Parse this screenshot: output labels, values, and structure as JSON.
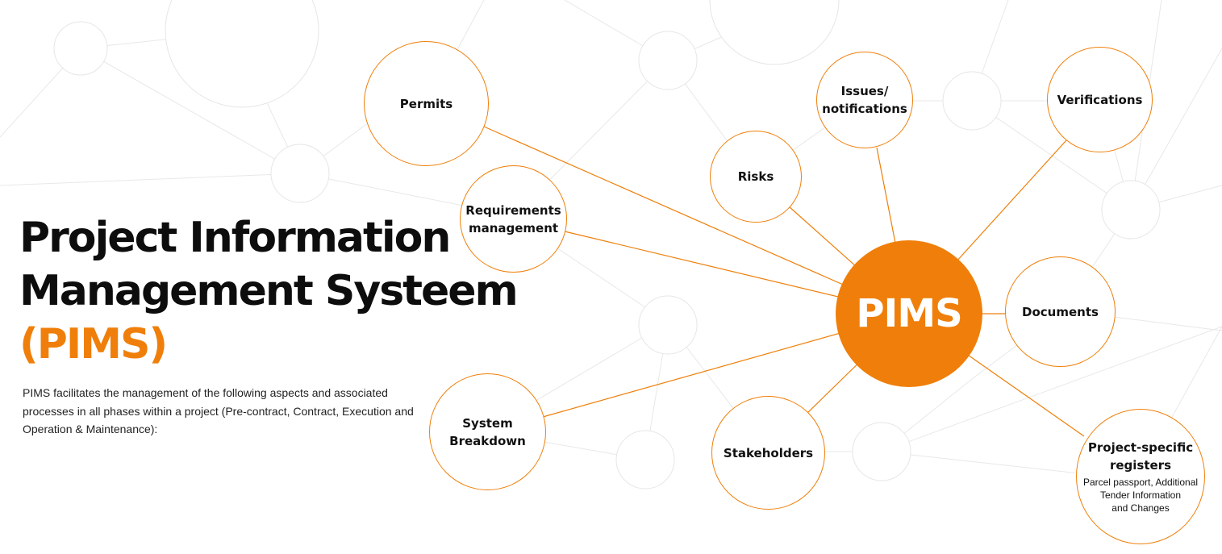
{
  "title": {
    "line1": "Project Information",
    "line2": "Management Systeem",
    "line3": "(PIMS)"
  },
  "intro": "PIMS facilitates the management of the following aspects and associated processes in all phases within a project (Pre-contract, Contract, Execution and Operation & Maintenance):",
  "hub": {
    "label": "PIMS"
  },
  "nodes": {
    "permits": {
      "label": "Permits"
    },
    "requirements": {
      "label": "Requirements\nmanagement"
    },
    "system_breakdown": {
      "label": "System\nBreakdown"
    },
    "risks": {
      "label": "Risks"
    },
    "issues": {
      "label": "Issues/\nnotifications"
    },
    "verifications": {
      "label": "Verifications"
    },
    "documents": {
      "label": "Documents"
    },
    "stakeholders": {
      "label": "Stakeholders"
    },
    "registers": {
      "label": "Project-specific\nregisters",
      "sub": "Parcel passport, Additional\nTender Information\nand Changes"
    }
  },
  "colors": {
    "accent": "#ef7f0a",
    "text": "#0d0d0d",
    "background_network": "#e6e6e6"
  }
}
